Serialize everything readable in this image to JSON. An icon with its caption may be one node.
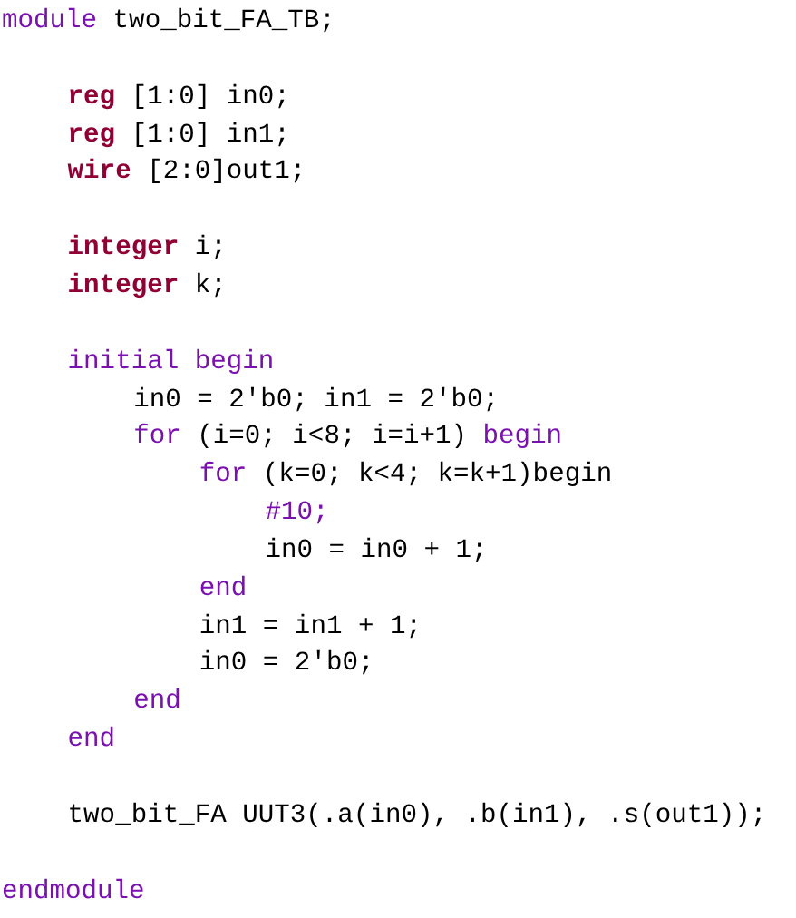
{
  "diagram": {
    "labels": [
      "module two_bit_FA_TB;",
      "**reg** [1:0] in0;",
      "**reg** [1:0] in1;",
      "**wire** [2:0]out1;",
      "**integer** i;",
      "**integer** k;",
      "initial begin",
      "in0 = 2'b0; in1 = 2'b0;",
      "for (i=0; i<8; i=i+1) begin",
      "for (k=0; k<4; k=k+1)begin",
      "#10;",
      "in0 = in0 + 1;",
      "end",
      "in1 = in1 + 1;",
      "in0 = 2'b0;",
      "end",
      "end",
      "two_bit_FA UUT3(.a(in0), .b(in1), .s(out1));",
      "endmodule"
    ]
  }
}
